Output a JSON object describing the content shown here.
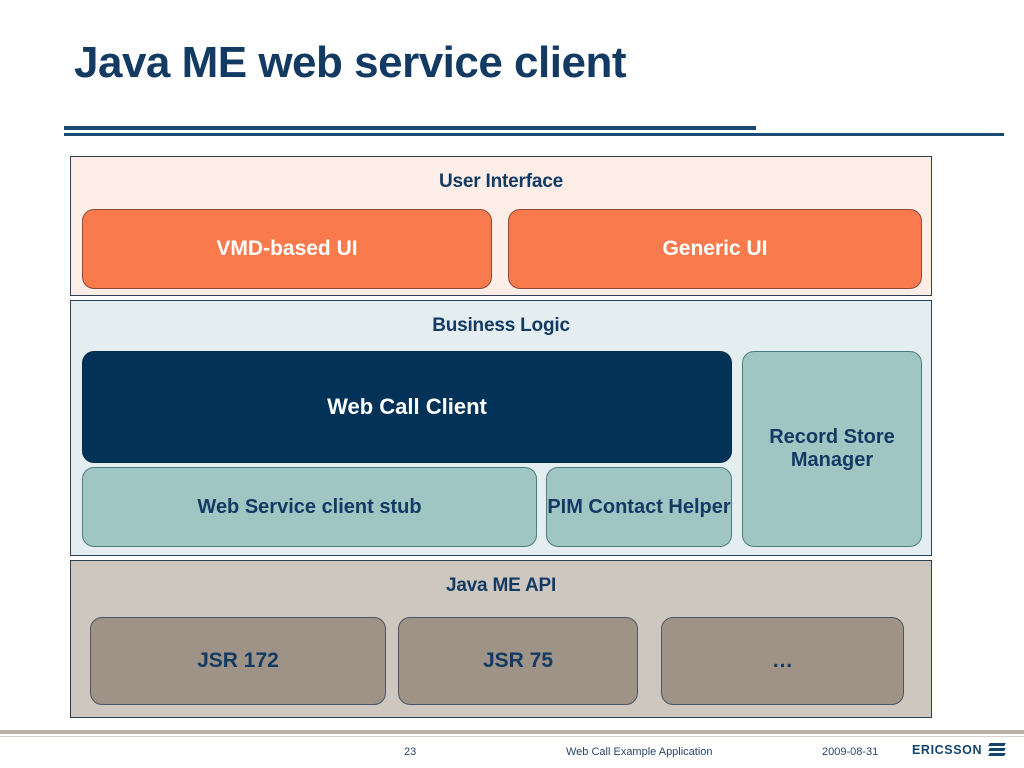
{
  "slide": {
    "title": "Java ME web service client"
  },
  "diagram": {
    "layers": [
      {
        "id": "user-interface",
        "title": "User Interface",
        "background": "#fceee7",
        "boxes": [
          {
            "label": "VMD-based UI",
            "color": "#f97a4c"
          },
          {
            "label": "Generic UI",
            "color": "#f97a4c"
          }
        ]
      },
      {
        "id": "business-logic",
        "title": "Business Logic",
        "background": "#e4edf0",
        "boxes": [
          {
            "label": "Web Call Client",
            "color": "#023258"
          },
          {
            "label": "Web Service client stub",
            "color": "#a0c6c4"
          },
          {
            "label": "PIM Contact Helper",
            "color": "#a0c6c4"
          },
          {
            "label": "Record Store Manager",
            "color": "#a0c6c4"
          }
        ]
      },
      {
        "id": "java-me-api",
        "title": "Java ME API",
        "background": "#cec7bf",
        "boxes": [
          {
            "label": "JSR 172",
            "color": "#9e9386"
          },
          {
            "label": "JSR 75",
            "color": "#9e9386"
          },
          {
            "label": "…",
            "color": "#9e9386"
          }
        ]
      }
    ]
  },
  "footer": {
    "page_number": "23",
    "subject": "Web Call Example Application",
    "date": "2009-08-31",
    "brand": "ERICSSON"
  },
  "colors": {
    "title_navy": "#123a63",
    "accent_orange": "#f97a4c",
    "accent_teal": "#a0c6c4",
    "accent_navy": "#023258",
    "accent_taupe": "#9e9386"
  }
}
